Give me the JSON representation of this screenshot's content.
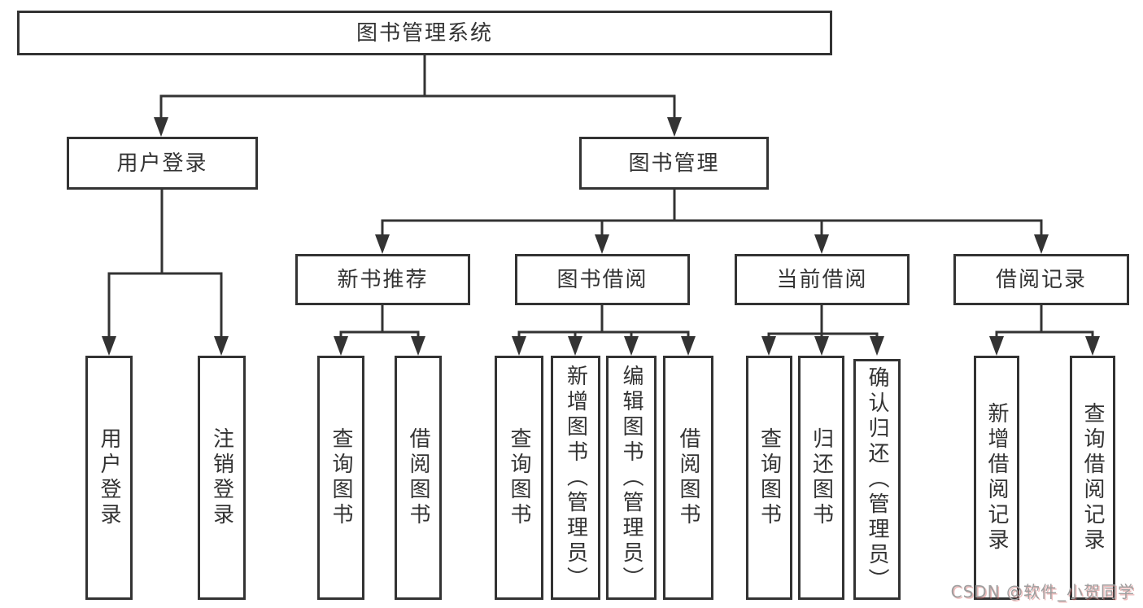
{
  "nodes": {
    "root": {
      "label": "图书管理系统"
    },
    "login": {
      "label": "用户登录",
      "children": [
        {
          "label": "用户登录"
        },
        {
          "label": "注销登录"
        }
      ]
    },
    "mgmt": {
      "label": "图书管理",
      "children": [
        {
          "label": "新书推荐",
          "children": [
            {
              "label": "查询图书"
            },
            {
              "label": "借阅图书"
            }
          ]
        },
        {
          "label": "图书借阅",
          "children": [
            {
              "label": "查询图书"
            },
            {
              "label": "新增图书（管理员）"
            },
            {
              "label": "编辑图书（管理员）"
            },
            {
              "label": "借阅图书"
            }
          ]
        },
        {
          "label": "当前借阅",
          "children": [
            {
              "label": "查询图书"
            },
            {
              "label": "归还图书"
            },
            {
              "label": "确认归还（管理员）"
            }
          ]
        },
        {
          "label": "借阅记录",
          "children": [
            {
              "label": "新增借阅记录"
            },
            {
              "label": "查询借阅记录"
            }
          ]
        }
      ]
    }
  },
  "watermark": {
    "text": "CSDN @软件_小贺同学"
  },
  "colors": {
    "line": "#333333",
    "text": "#333333",
    "background": "#ffffff",
    "watermark": "#9e9e9e",
    "watermark_shadow": "#d86c6c"
  }
}
